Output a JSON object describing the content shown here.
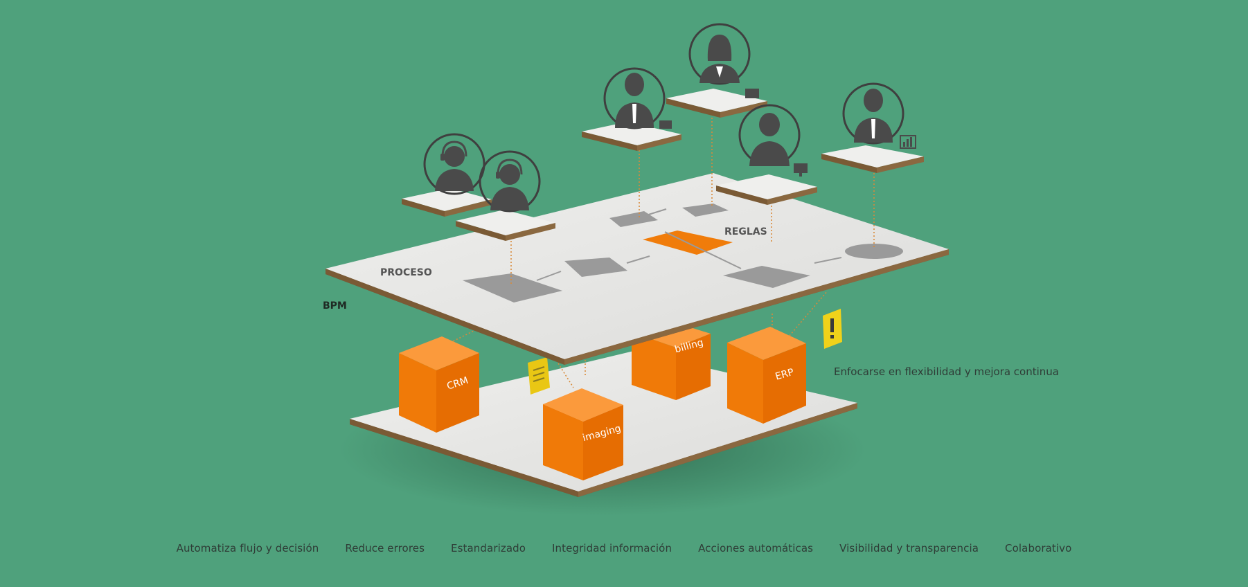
{
  "diagram": {
    "labels": {
      "bpm": "BPM",
      "proceso": "PROCESO",
      "reglas": "REGLAS",
      "focus_note": "Enfocarse en flexibilidad y mejora continua"
    },
    "systems": [
      "CRM",
      "imaging",
      "billing",
      "ERP"
    ],
    "people": [
      "headset-person-icon",
      "headset-person-icon",
      "businessman-icon",
      "businesswoman-icon",
      "person-icon",
      "businessman-icon"
    ],
    "colors": {
      "background": "#4fa17c",
      "accent": "#f07c0a",
      "board": "#e8e8e6",
      "cork": "#7a5a35",
      "avatar": "#4a4a4a",
      "warning": "#f0d21a"
    }
  },
  "features": [
    "Automatiza flujo y decisión",
    "Reduce errores",
    "Estandarizado",
    "Integridad información",
    "Acciones automáticas",
    "Visibilidad y transparencia",
    "Colaborativo"
  ]
}
